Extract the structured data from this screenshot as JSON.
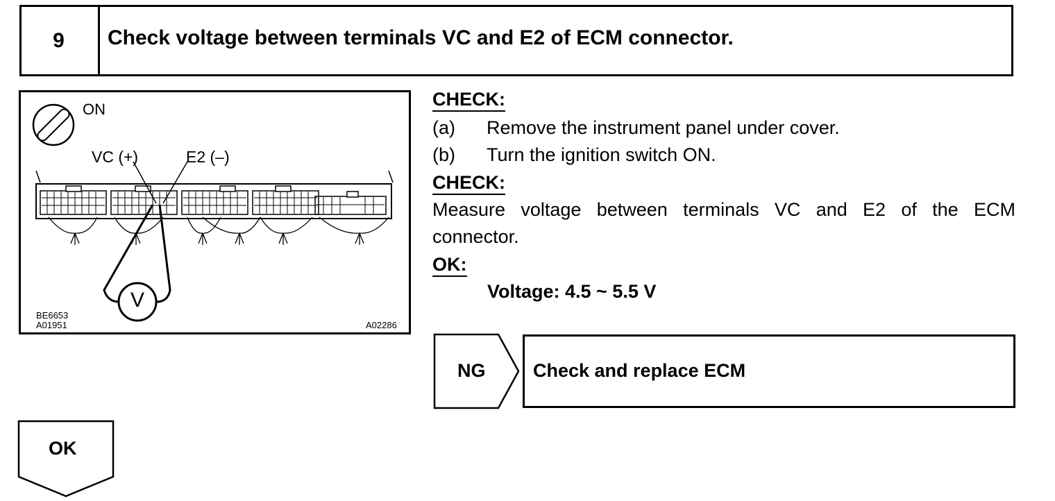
{
  "step": {
    "number": "9",
    "title": "Check voltage between terminals VC and E2 of ECM connector."
  },
  "figure": {
    "ignition_label": "ON",
    "terminal_vc_label": "VC (+)",
    "terminal_e2_label": "E2 (–)",
    "meter_symbol": "V",
    "code_top": "BE6653",
    "code_bottom": "A01951",
    "code_right": "A02286",
    "icons": [
      "ignition-key-icon",
      "voltmeter-icon"
    ]
  },
  "check1": {
    "heading": "CHECK:",
    "steps": [
      {
        "mark": "(a)",
        "text": "Remove the instrument panel under cover."
      },
      {
        "mark": "(b)",
        "text": "Turn the ignition switch ON."
      }
    ]
  },
  "check2": {
    "heading": "CHECK:",
    "line1": "Measure voltage between terminals VC and E2 of the ECM",
    "line2": "connector."
  },
  "ok_spec": {
    "heading": "OK:",
    "value": "Voltage: 4.5 ~ 5.5 V"
  },
  "ng_branch": {
    "label": "NG",
    "action": "Check and replace ECM"
  },
  "ok_branch": {
    "label": "OK"
  }
}
